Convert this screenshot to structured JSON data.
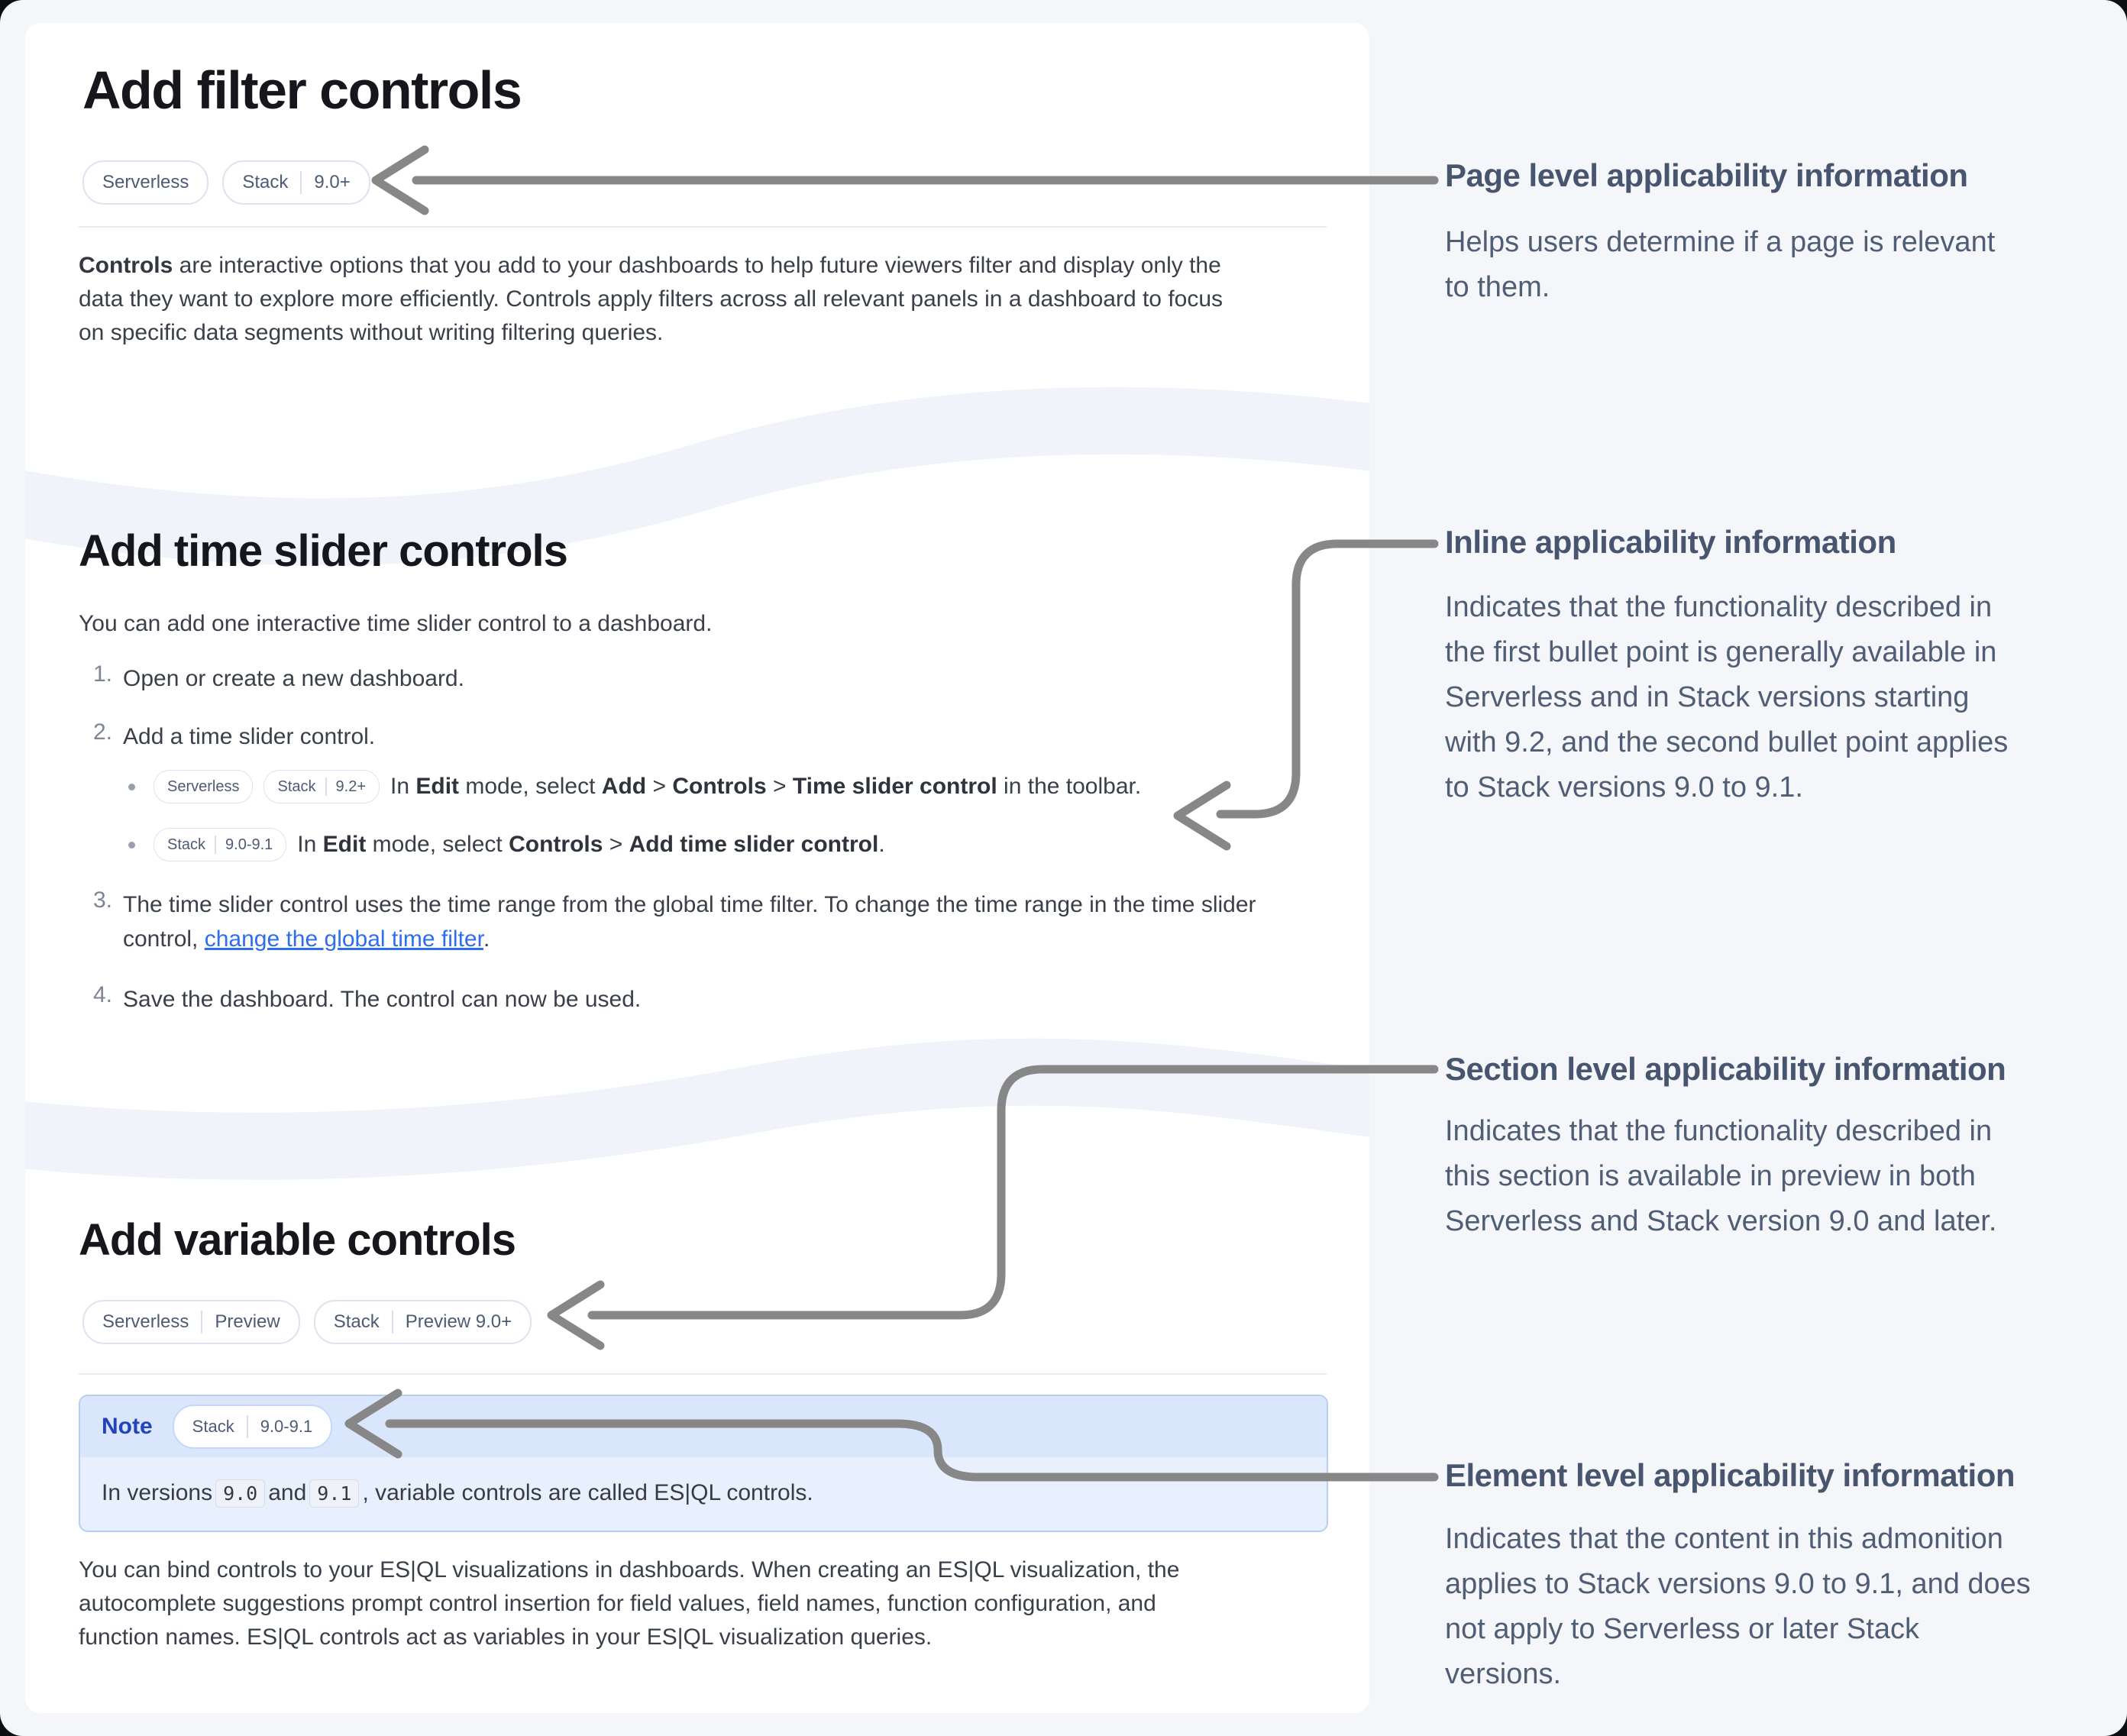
{
  "colors": {
    "page_background": "#f5f6fa",
    "card_background": "#ffffff",
    "arrow": "#878787",
    "link": "#2f6df0",
    "note_header_bg": "#d9e6fc",
    "note_body_bg": "#e9f0fd",
    "note_border": "#b9cdf2",
    "note_title_blue": "#2342c0",
    "badge_text": "#4e5b75",
    "annotation_text": "#47556e"
  },
  "doc": {
    "section1": {
      "title": "Add filter controls",
      "badge_serverless": "Serverless",
      "badge_stack_label": "Stack",
      "badge_stack_version": "9.0+",
      "para": {
        "line1_bold": "Controls",
        "line1_rest": " are interactive options that you add to your dashboards to help future viewers filter and display only the",
        "line2": "data they want to explore more efficiently. Controls apply filters across all relevant panels in a dashboard to focus",
        "line3": "on specific data segments without writing filtering queries."
      }
    },
    "section2": {
      "title": "Add time slider controls",
      "intro": "You can add one interactive time slider control to a dashboard.",
      "steps": {
        "n1": "1.",
        "t1": "Open or create a new dashboard.",
        "n2": "2.",
        "t2": "Add a time slider control.",
        "n3": "3.",
        "t3_line1": "The time slider control uses the time range from the global time filter. To change the time range in the time slider",
        "t3_line2_pre": "control, ",
        "t3_link": "change the global time filter",
        "t3_line2_post": ".",
        "n4": "4.",
        "t4": "Save the dashboard. The control can now be used."
      },
      "bullet1": {
        "badge1": "Serverless",
        "badge2_label": "Stack",
        "badge2_version": "9.2+",
        "seg1": "In ",
        "seg2": "Edit",
        "seg3": " mode, select ",
        "seg4": "Add",
        "seg5": " > ",
        "seg6": "Controls",
        "seg7": " > ",
        "seg8": "Time slider control",
        "seg9": " in the toolbar."
      },
      "bullet2": {
        "badge_label": "Stack",
        "badge_version": "9.0-9.1",
        "seg1": "In ",
        "seg2": "Edit",
        "seg3": " mode, select ",
        "seg4": "Controls",
        "seg5": " > ",
        "seg6": "Add time slider control",
        "seg7": "."
      }
    },
    "section3": {
      "title": "Add variable controls",
      "badge1_label": "Serverless",
      "badge1_version": "Preview",
      "badge2_label": "Stack",
      "badge2_version": "Preview 9.0+",
      "note": {
        "label": "Note",
        "badge_label": "Stack",
        "badge_version": "9.0-9.1",
        "seg1": "In versions ",
        "code1": "9.0",
        "seg2": " and ",
        "code2": "9.1",
        "seg3": ", variable controls are called ES|QL controls."
      },
      "para": {
        "line1": "You can bind controls to your ES|QL visualizations in dashboards. When creating an ES|QL visualization, the",
        "line2": "autocomplete suggestions prompt control insertion for field values, field names, function configuration, and",
        "line3": "function names. ES|QL controls act as variables in your ES|QL visualization queries."
      }
    }
  },
  "annotations": [
    {
      "title": "Page level applicability information",
      "lines": [
        "Helps users determine if a page is relevant",
        "to them."
      ]
    },
    {
      "title": "Inline applicability information",
      "lines": [
        "Indicates that the functionality described in",
        "the first bullet point is generally available in",
        "Serverless and in Stack versions starting",
        "with 9.2, and the second bullet point applies",
        "to Stack versions 9.0 to 9.1."
      ]
    },
    {
      "title": "Section level applicability information",
      "lines": [
        "Indicates that the functionality described in",
        "this section is available in preview in both",
        "Serverless and Stack version 9.0 and later."
      ]
    },
    {
      "title": "Element level applicability information",
      "lines": [
        "Indicates that the content in this admonition",
        "applies to Stack versions 9.0 to 9.1, and does",
        "not apply to Serverless or later Stack",
        "versions."
      ]
    }
  ]
}
